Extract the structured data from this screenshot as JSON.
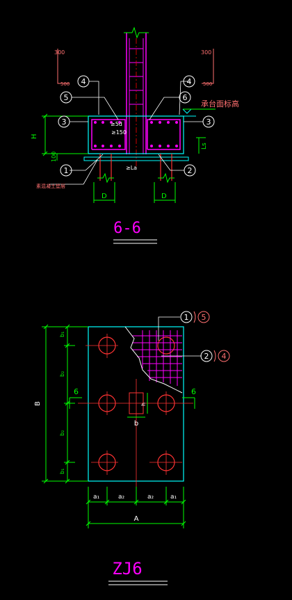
{
  "section": {
    "title": "6-6",
    "dims": {
      "h": "H",
      "h100": "100",
      "ls": "Ls",
      "d": "D",
      "la": "≥La",
      "ld": "≥5d",
      "l150": "≥150"
    },
    "labels": {
      "top300_l": "300",
      "top300_r": "300",
      "l500_l": "500",
      "l500_r": "500",
      "cap_top": "承台面标高",
      "cushion": "素混凝土垫层"
    },
    "balloons": [
      "4",
      "4",
      "5",
      "6",
      "3",
      "3",
      "1",
      "2"
    ]
  },
  "plan": {
    "title": "ZJ6",
    "dims": {
      "b": "B",
      "a": "A",
      "b_small": "b",
      "h_small": "h",
      "b1": "b₁",
      "b2": "b₂",
      "a1": "a₁",
      "a2": "a₂"
    },
    "section_marks": [
      "6",
      "6"
    ],
    "callouts": [
      "1",
      "5",
      "2",
      "4"
    ]
  },
  "colors": {
    "bg": "#000000",
    "magenta": "#ff00ff",
    "cyan": "#00ffff",
    "green": "#00ff00",
    "red": "#ff3333",
    "white": "#ffffff",
    "pink": "#ff7070",
    "yellow": "#ffff00",
    "orange": "#ff7f50"
  }
}
